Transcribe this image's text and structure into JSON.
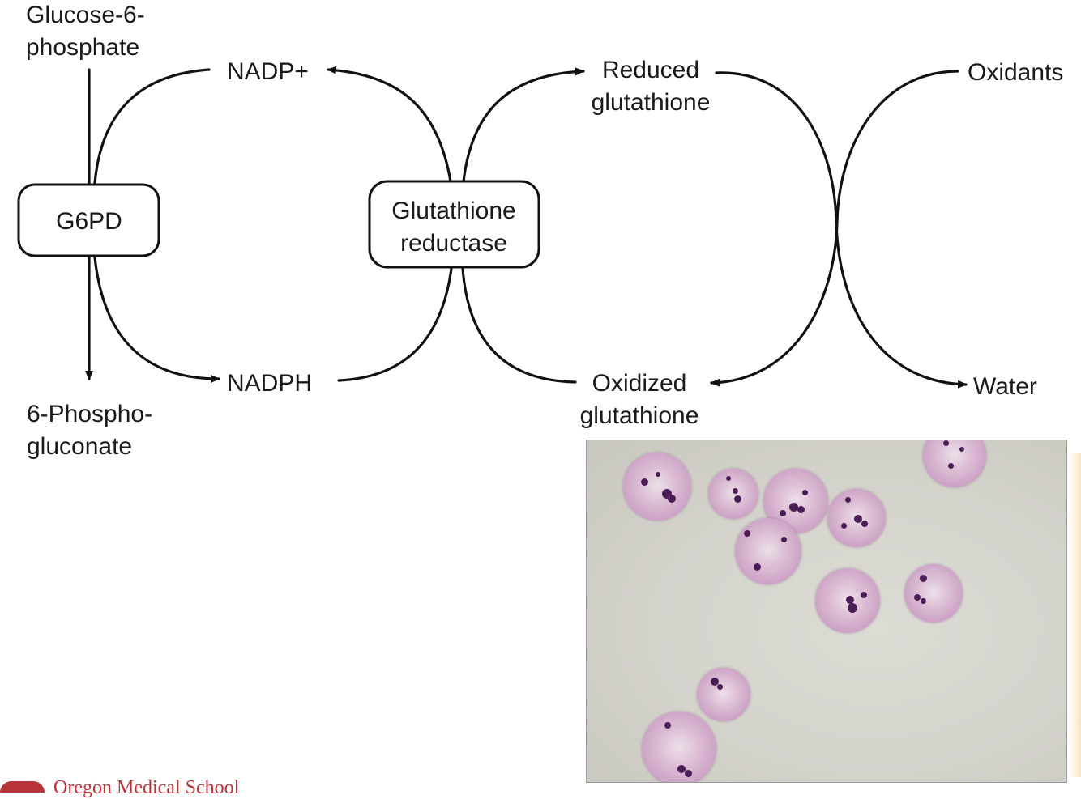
{
  "diagram": {
    "nodes": {
      "glucose6p": [
        "Glucose-6-",
        "phosphate"
      ],
      "phosphogluconate": [
        "6-Phospho-",
        "gluconate"
      ],
      "g6pd": "G6PD",
      "nadp": "NADP+",
      "nadph": "NADPH",
      "glutathione_reductase": [
        "Glutathione",
        "reductase"
      ],
      "reduced_glutathione": [
        "Reduced",
        "glutathione"
      ],
      "oxidized_glutathione": [
        "Oxidized",
        "glutathione"
      ],
      "oxidants": "Oxidants",
      "water": "Water"
    }
  },
  "photo": {
    "subject": "blood smear with stained red blood cells"
  },
  "colors": {
    "line": "#111111",
    "logo": "#b8323a",
    "cell_stain": "#c89bc1",
    "inclusion": "#4b1d56"
  },
  "logo": {
    "text": "Oregon Medical School"
  }
}
